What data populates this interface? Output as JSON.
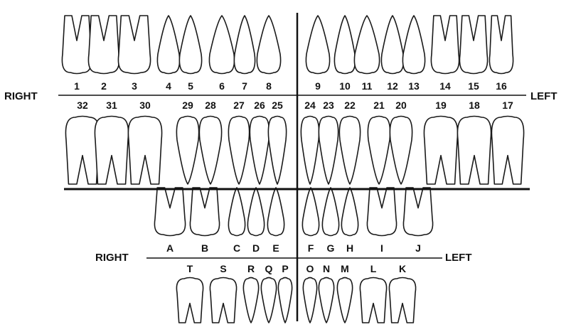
{
  "permanent": {
    "side_right": "RIGHT",
    "side_left": "LEFT",
    "upper_teeth": [
      "1",
      "2",
      "3",
      "4",
      "5",
      "6",
      "7",
      "8",
      "9",
      "10",
      "11",
      "12",
      "13",
      "14",
      "15",
      "16"
    ],
    "lower_teeth": [
      "32",
      "31",
      "30",
      "29",
      "28",
      "27",
      "26",
      "25",
      "24",
      "23",
      "22",
      "21",
      "20",
      "19",
      "18",
      "17"
    ]
  },
  "primary": {
    "side_right": "RIGHT",
    "side_left": "LEFT",
    "upper_teeth": [
      "A",
      "B",
      "C",
      "D",
      "E",
      "F",
      "G",
      "H",
      "I",
      "J"
    ],
    "lower_teeth": [
      "T",
      "S",
      "R",
      "Q",
      "P",
      "O",
      "N",
      "M",
      "L",
      "K"
    ]
  }
}
